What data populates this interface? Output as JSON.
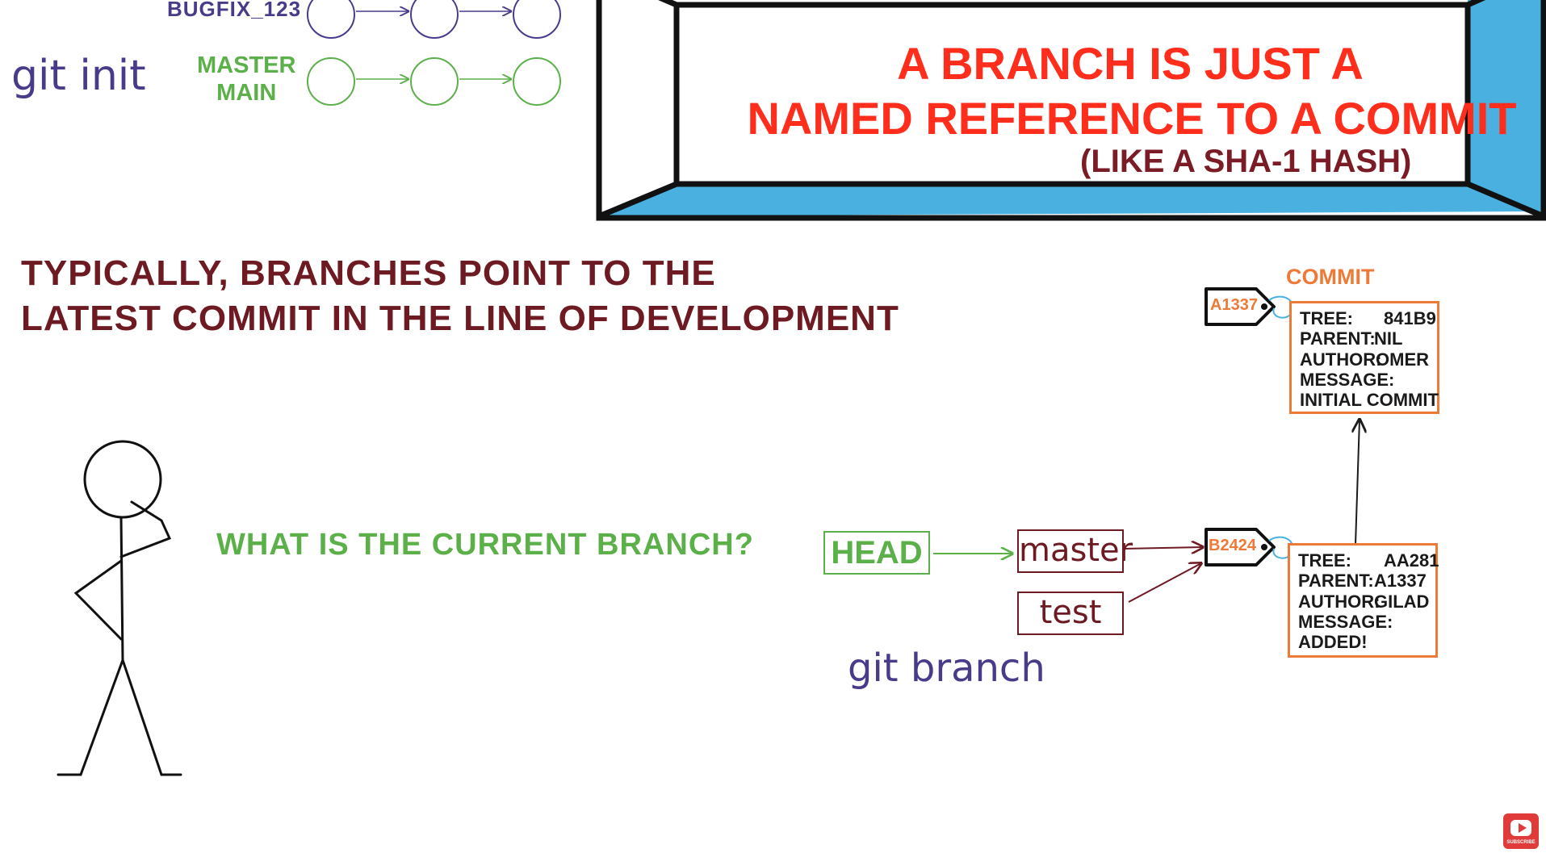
{
  "top_left": {
    "bugfix_label": "BUGFIX_123",
    "command": "git init",
    "master_label_line1": "MASTER",
    "master_label_line2": "MAIN"
  },
  "banner": {
    "line1": "A BRANCH IS JUST A",
    "line2": "NAMED REFERENCE TO A COMMIT",
    "line3": "(LIKE A SHA-1 HASH)"
  },
  "headline": {
    "line1": "TYPICALLY, BRANCHES POINT TO THE",
    "line2": "LATEST COMMIT IN THE LINE OF DEVELOPMENT"
  },
  "question": "WHAT IS THE CURRENT BRANCH?",
  "pointers": {
    "head": "HEAD",
    "master": "master",
    "test": "test"
  },
  "command_bottom": "git branch",
  "commit_label": "COMMIT",
  "commits": [
    {
      "tag": "A1337",
      "tree_label": "TREE:",
      "tree": "841B9",
      "parent_label": "PARENT:",
      "parent": "NIL",
      "author_label": "AUTHOR:",
      "author": "OMER",
      "message_label": "MESSAGE:",
      "message": "INITIAL COMMIT"
    },
    {
      "tag": "B2424",
      "tree_label": "TREE:",
      "tree": "AA281",
      "parent_label": "PARENT:",
      "parent": "A1337",
      "author_label": "AUTHOR:",
      "author": "GILAD",
      "message_label": "MESSAGE:",
      "message": "ADDED!"
    }
  ],
  "youtube_badge": "SUBSCRIBE",
  "colors": {
    "purple": "#4a3a8a",
    "green": "#5cb04a",
    "red": "#ff2d1c",
    "maroon": "#6e1a22",
    "orange": "#ee7a38",
    "blue": "#4ab0e0"
  }
}
